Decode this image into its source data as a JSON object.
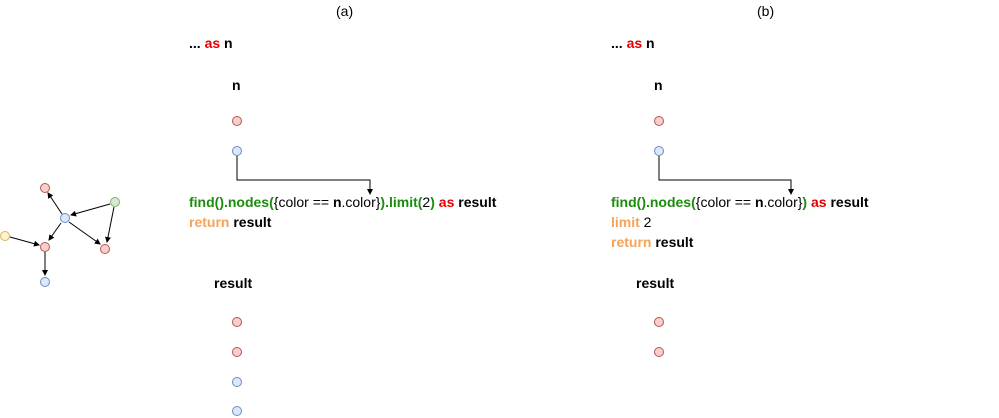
{
  "panels": {
    "a": {
      "label": "(a)",
      "header": {
        "dots": "...",
        "as": "as",
        "var": "n"
      },
      "list_title": "n",
      "query_line1": {
        "find": "find().nodes(",
        "open": "{",
        "expr1": "color == ",
        "ref": "n",
        "expr2": ".color",
        "close": "}",
        "limit": ").limit(",
        "limit_val": "2",
        "close_paren": ")",
        "as": "as",
        "result": "result"
      },
      "query_line2": {
        "return": "return",
        "result": "result"
      },
      "result_title": "result"
    },
    "b": {
      "label": "(b)",
      "header": {
        "dots": "...",
        "as": "as",
        "var": "n"
      },
      "list_title": "n",
      "query_line1": {
        "find": "find().nodes(",
        "open": "{",
        "expr1": "color == ",
        "ref": "n",
        "expr2": ".color",
        "close": "}",
        "close_paren": ")",
        "as": "as",
        "result": "result"
      },
      "query_line2": {
        "limit": "limit",
        "limit_val": "2"
      },
      "query_line3": {
        "return": "return",
        "result": "result"
      },
      "result_title": "result"
    }
  },
  "colors": {
    "keyword_red": "#e20000",
    "keyword_green": "#1c8b0e",
    "keyword_orange": "#f5a35a",
    "node_red_fill": "#f8cecc",
    "node_blue_fill": "#dae8fc",
    "node_green_fill": "#d5e8d4",
    "node_yellow_fill": "#fff2cc"
  }
}
